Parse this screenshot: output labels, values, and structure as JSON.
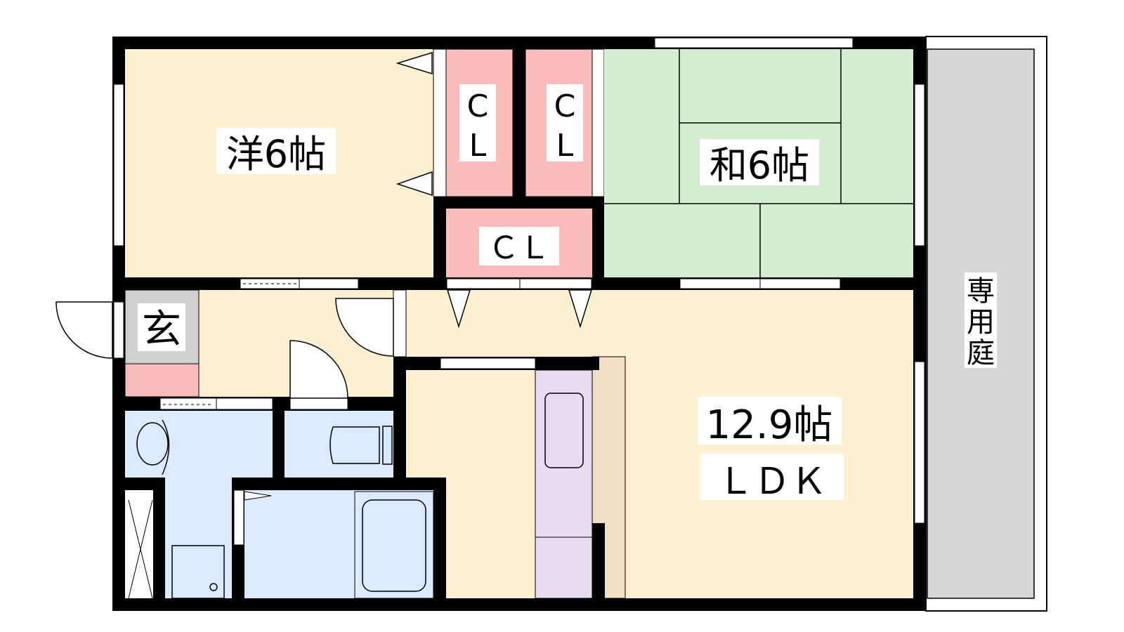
{
  "rooms": {
    "western": {
      "label": "洋6帖",
      "color": "#fdf0d0"
    },
    "japanese": {
      "label": "和6帖",
      "color": "#d4ecd0"
    },
    "ldk": {
      "size": "12.9帖",
      "label": "ＬＤＫ",
      "color": "#fdf0d0"
    },
    "closet1": {
      "line1": "C",
      "line2": "L"
    },
    "closet2": {
      "line1": "C",
      "line2": "L"
    },
    "closet3": {
      "label": "ＣＬ"
    },
    "entrance": {
      "label": "玄"
    },
    "garden": {
      "line1": "専",
      "line2": "用",
      "line3": "庭"
    }
  },
  "colors": {
    "wall": "#000000",
    "closet": "#fbbcbc",
    "wet": "#dbeafe",
    "entrance": "#d0d0d0",
    "garden": "#d6d6d6",
    "kitchen": "#e8dcf2",
    "counter": "#f0dfc4"
  }
}
